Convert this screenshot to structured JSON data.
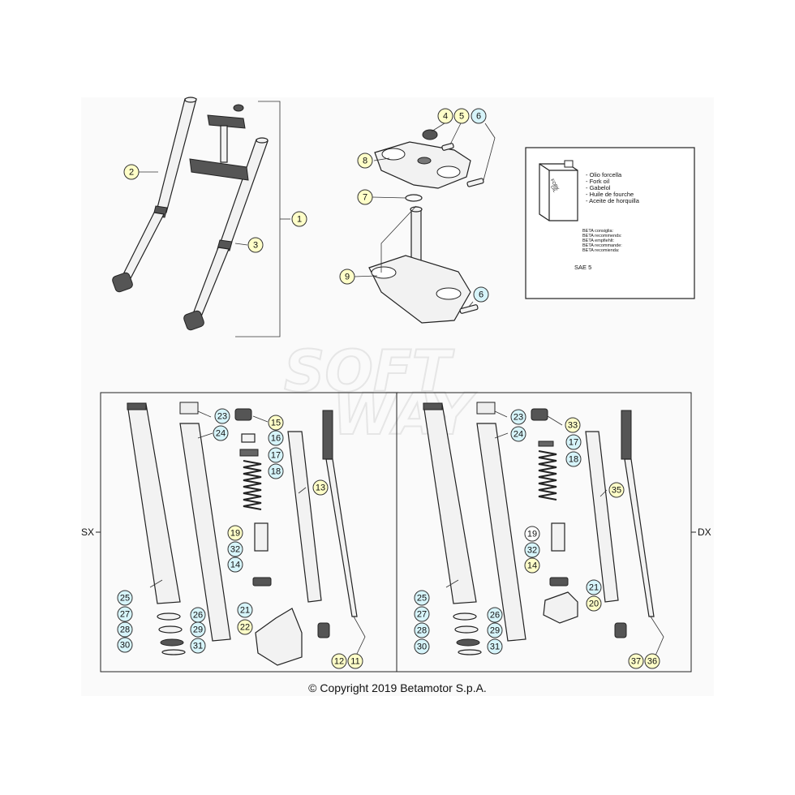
{
  "callouts": {
    "c1": {
      "label": "1",
      "color": "#ffffc8"
    },
    "c2": {
      "label": "2",
      "color": "#ffffc8"
    },
    "c3": {
      "label": "3",
      "color": "#ffffc8"
    },
    "c4": {
      "label": "4",
      "color": "#ffffc8"
    },
    "c5": {
      "label": "5",
      "color": "#ffffc8"
    },
    "c6a": {
      "label": "6",
      "color": "#d6f4fa"
    },
    "c6b": {
      "label": "6",
      "color": "#d6f4fa"
    },
    "c7": {
      "label": "7",
      "color": "#ffffc8"
    },
    "c8": {
      "label": "8",
      "color": "#ffffc8"
    },
    "c9": {
      "label": "9",
      "color": "#ffffc8"
    },
    "l23": {
      "label": "23",
      "color": "#d6f4fa"
    },
    "l24": {
      "label": "24",
      "color": "#d6f4fa"
    },
    "l15": {
      "label": "15",
      "color": "#ffffc8"
    },
    "l16": {
      "label": "16",
      "color": "#d6f4fa"
    },
    "l17": {
      "label": "17",
      "color": "#d6f4fa"
    },
    "l18": {
      "label": "18",
      "color": "#d6f4fa"
    },
    "l13": {
      "label": "13",
      "color": "#ffffc8"
    },
    "l19": {
      "label": "19",
      "color": "#ffffc8"
    },
    "l32": {
      "label": "32",
      "color": "#d6f4fa"
    },
    "l14": {
      "label": "14",
      "color": "#d6f4fa"
    },
    "l25": {
      "label": "25",
      "color": "#d6f4fa"
    },
    "l27": {
      "label": "27",
      "color": "#d6f4fa"
    },
    "l26": {
      "label": "26",
      "color": "#d6f4fa"
    },
    "l28": {
      "label": "28",
      "color": "#d6f4fa"
    },
    "l29": {
      "label": "29",
      "color": "#d6f4fa"
    },
    "l30": {
      "label": "30",
      "color": "#d6f4fa"
    },
    "l31": {
      "label": "31",
      "color": "#d6f4fa"
    },
    "l21": {
      "label": "21",
      "color": "#d6f4fa"
    },
    "l22": {
      "label": "22",
      "color": "#ffffc8"
    },
    "l12": {
      "label": "12",
      "color": "#ffffc8"
    },
    "l11": {
      "label": "11",
      "color": "#ffffc8"
    },
    "r23": {
      "label": "23",
      "color": "#d6f4fa"
    },
    "r24": {
      "label": "24",
      "color": "#d6f4fa"
    },
    "r33": {
      "label": "33",
      "color": "#ffffc8"
    },
    "r17": {
      "label": "17",
      "color": "#d6f4fa"
    },
    "r18": {
      "label": "18",
      "color": "#d6f4fa"
    },
    "r35": {
      "label": "35",
      "color": "#ffffc8"
    },
    "r19": {
      "label": "19",
      "color": "#ffffff"
    },
    "r32": {
      "label": "32",
      "color": "#d6f4fa"
    },
    "r14": {
      "label": "14",
      "color": "#ffffc8"
    },
    "r21": {
      "label": "21",
      "color": "#d6f4fa"
    },
    "r20": {
      "label": "20",
      "color": "#ffffc8"
    },
    "r25": {
      "label": "25",
      "color": "#d6f4fa"
    },
    "r27": {
      "label": "27",
      "color": "#d6f4fa"
    },
    "r26": {
      "label": "26",
      "color": "#d6f4fa"
    },
    "r28": {
      "label": "28",
      "color": "#d6f4fa"
    },
    "r29": {
      "label": "29",
      "color": "#d6f4fa"
    },
    "r30": {
      "label": "30",
      "color": "#d6f4fa"
    },
    "r31": {
      "label": "31",
      "color": "#d6f4fa"
    },
    "r37": {
      "label": "37",
      "color": "#ffffc8"
    },
    "r36": {
      "label": "36",
      "color": "#ffffc8"
    }
  },
  "oil_box": {
    "can_label_1": "FORK",
    "can_label_2": "OIL",
    "lines": [
      "- Olio forcella",
      "- Fork oil",
      "- Gabelol",
      "- Huile de fourche",
      "- Aceite de horquilla"
    ],
    "recommend": [
      "BETA consiglia:",
      "BETA recommends:",
      "BETA empfiehlt:",
      "BETA recommande:",
      "BETA recomienda:"
    ],
    "oil_grade": "SAE 5"
  },
  "sides": {
    "left": "SX",
    "right": "DX"
  },
  "watermark": {
    "line1": "SOFT",
    "line2": "WAY"
  },
  "copyright": "© Copyright 2019 Betamotor S.p.A."
}
